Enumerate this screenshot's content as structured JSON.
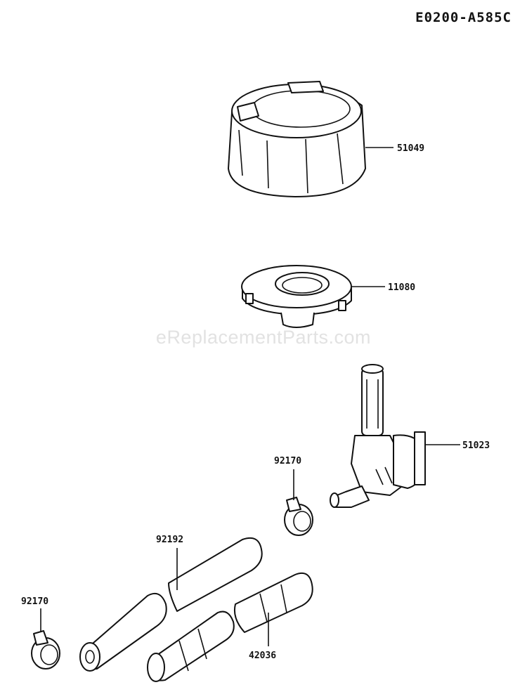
{
  "diagram_code": "E0200-A585C",
  "watermark": "eReplacementParts.com",
  "parts": [
    {
      "id": "cap",
      "number": "51049"
    },
    {
      "id": "strainer",
      "number": "11080"
    },
    {
      "id": "fuel_cock",
      "number": "51023"
    },
    {
      "id": "clamp_upper",
      "number": "92170"
    },
    {
      "id": "hose",
      "number": "92192"
    },
    {
      "id": "clamp_lower",
      "number": "92170"
    },
    {
      "id": "tube",
      "number": "42036"
    }
  ]
}
